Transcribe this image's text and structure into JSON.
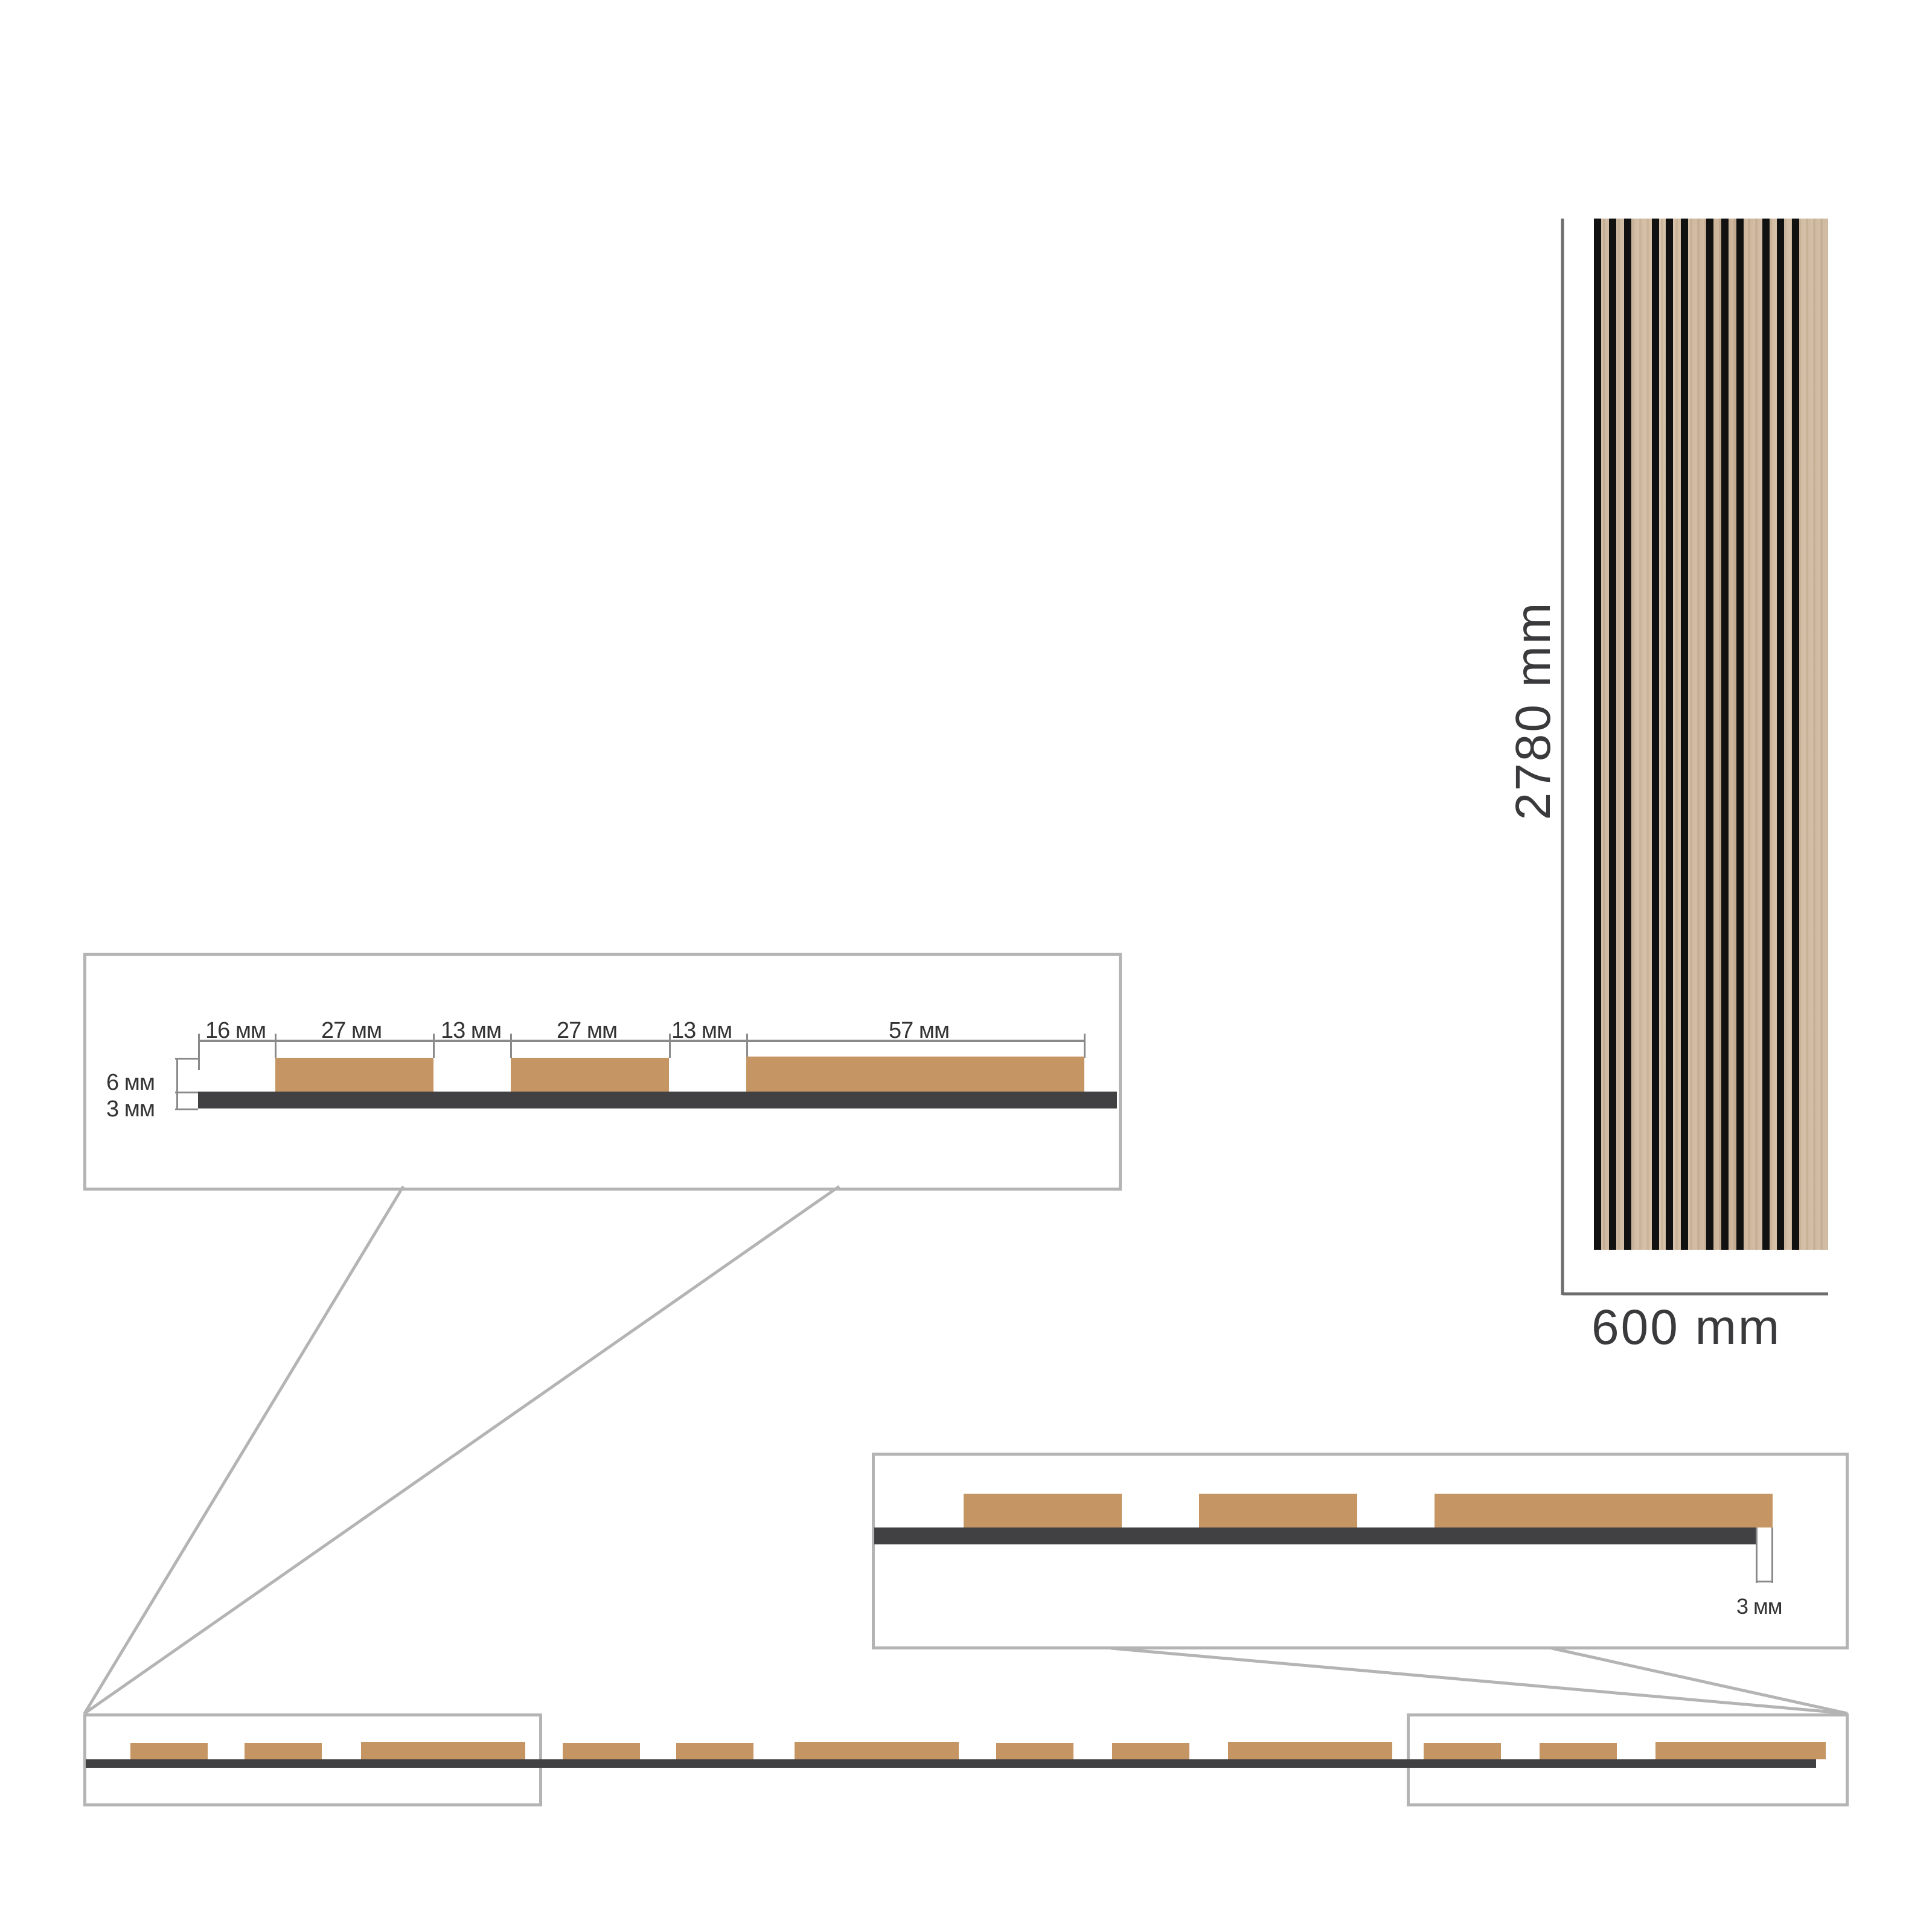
{
  "colors": {
    "slat": "#c59663",
    "base_felt": "#414144",
    "frame": "#b4b4b4",
    "text": "#333333",
    "wood_panel": "#cbb49a",
    "groove": "#111111"
  },
  "panel_view": {
    "height_label": "2780 mm",
    "width_label": "600 mm",
    "groove_count": 12
  },
  "detail_left": {
    "widths": [
      {
        "label": "16 мм",
        "role": "gap"
      },
      {
        "label": "27 мм",
        "role": "slat"
      },
      {
        "label": "13 мм",
        "role": "gap"
      },
      {
        "label": "27 мм",
        "role": "slat"
      },
      {
        "label": "13 мм",
        "role": "gap"
      },
      {
        "label": "57 мм",
        "role": "slat"
      }
    ],
    "slat_height_label": "6 мм",
    "base_height_label": "3 мм"
  },
  "detail_right": {
    "overhang_label": "3 мм"
  },
  "profile_strip": {
    "pattern": [
      "27 мм",
      "27 мм",
      "57 мм"
    ],
    "repeats": 4
  }
}
